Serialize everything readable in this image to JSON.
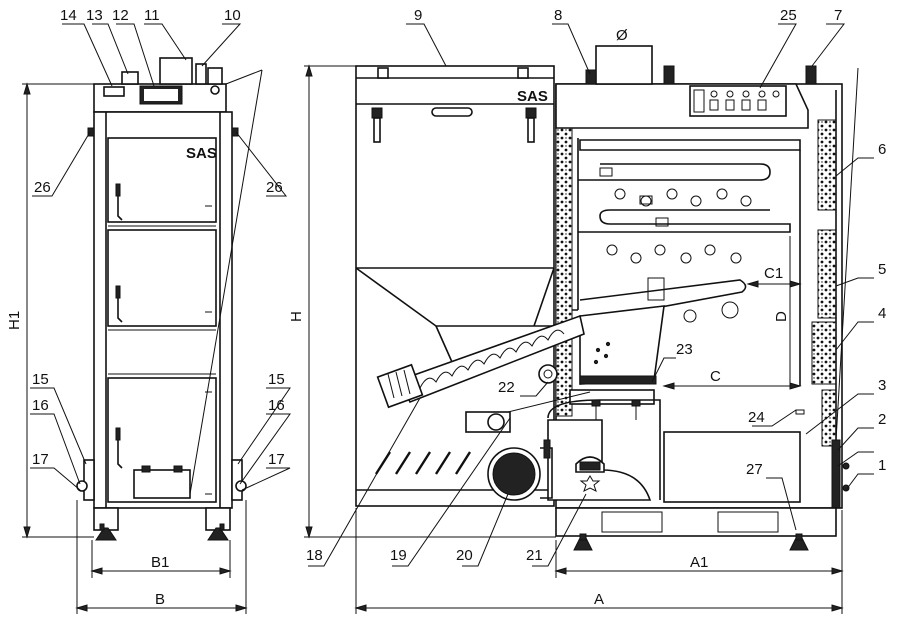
{
  "brand_mark": "SAS",
  "dimensions": {
    "h1": "H1",
    "h": "H",
    "b": "B",
    "b1": "B1",
    "a": "A",
    "a1": "A1",
    "c": "C",
    "c1": "C1",
    "d": "D",
    "dia": "Ø"
  },
  "labels": [
    "1",
    "2",
    "3",
    "4",
    "5",
    "6",
    "7",
    "8",
    "9",
    "10",
    "11",
    "12",
    "13",
    "14",
    "15",
    "16",
    "17",
    "18",
    "19",
    "20",
    "21",
    "22",
    "23",
    "24",
    "25",
    "26",
    "27"
  ],
  "label_26_repeat": "26",
  "label_15_repeat": "15",
  "label_16_repeat": "16",
  "label_17_repeat": "17"
}
